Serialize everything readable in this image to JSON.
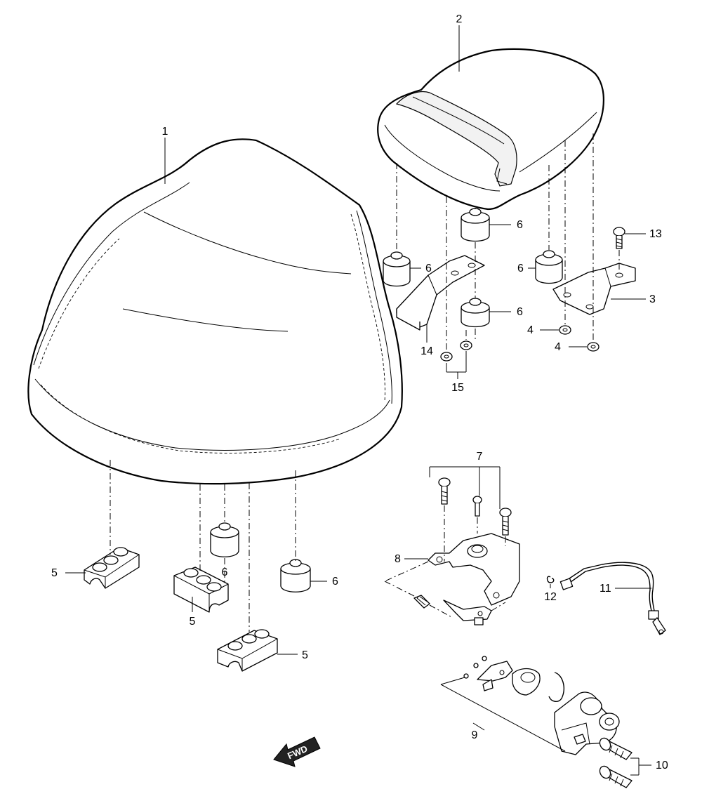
{
  "callouts": {
    "c1": "1",
    "c2": "2",
    "c3": "3",
    "c4a": "4",
    "c4b": "4",
    "c5a": "5",
    "c5b": "5",
    "c5c": "5",
    "c6a": "6",
    "c6b": "6",
    "c6c": "6",
    "c6d": "6",
    "c6e": "6",
    "c6f": "6",
    "c7": "7",
    "c8": "8",
    "c9": "9",
    "c10": "10",
    "c11": "11",
    "c12": "12",
    "c13": "13",
    "c14": "14",
    "c15": "15"
  },
  "direction_marker": {
    "label": "FWD"
  },
  "colors": {
    "line": "#000000",
    "background": "#ffffff",
    "arrow_fill": "#222222"
  }
}
